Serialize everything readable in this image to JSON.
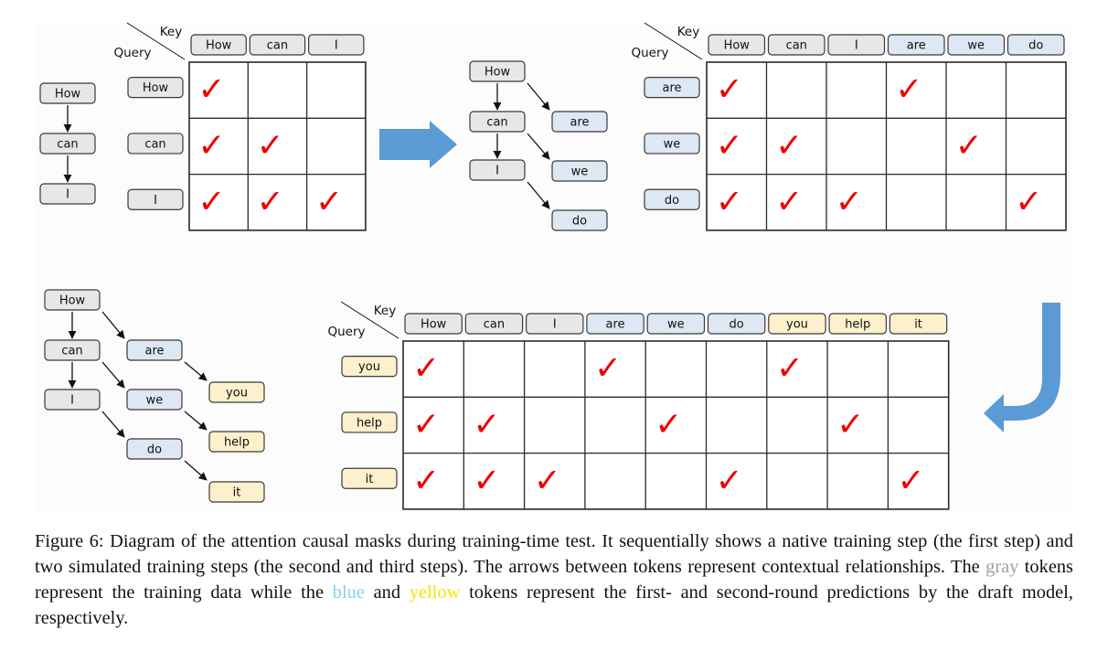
{
  "colors": {
    "gray_token_fill": "#e7e7e7",
    "blue_token_fill": "#dde8f4",
    "yellow_token_fill": "#fdf0cc",
    "token_border": "#3a3a3a",
    "check": "#f00000",
    "flow_arrow": "#5b9bd5",
    "grid_line": "#2a2a2a"
  },
  "labels": {
    "key": "Key",
    "query": "Query",
    "check_glyph": "✓"
  },
  "steps": [
    {
      "id": "step1",
      "tree": {
        "nodes": [
          {
            "id": "How",
            "label": "How",
            "group": "gray"
          },
          {
            "id": "can",
            "label": "can",
            "group": "gray"
          },
          {
            "id": "I",
            "label": "I",
            "group": "gray"
          }
        ],
        "edges": [
          [
            "How",
            "can"
          ],
          [
            "can",
            "I"
          ]
        ]
      },
      "mask": {
        "keys": [
          {
            "label": "How",
            "group": "gray"
          },
          {
            "label": "can",
            "group": "gray"
          },
          {
            "label": "I",
            "group": "gray"
          }
        ],
        "queries": [
          {
            "label": "How",
            "group": "gray"
          },
          {
            "label": "can",
            "group": "gray"
          },
          {
            "label": "I",
            "group": "gray"
          }
        ],
        "checked": [
          [
            1,
            0,
            0
          ],
          [
            1,
            1,
            0
          ],
          [
            1,
            1,
            1
          ]
        ]
      }
    },
    {
      "id": "step2",
      "tree": {
        "nodes": [
          {
            "id": "How",
            "label": "How",
            "group": "gray"
          },
          {
            "id": "can",
            "label": "can",
            "group": "gray"
          },
          {
            "id": "I",
            "label": "I",
            "group": "gray"
          },
          {
            "id": "are",
            "label": "are",
            "group": "blue"
          },
          {
            "id": "we",
            "label": "we",
            "group": "blue"
          },
          {
            "id": "do",
            "label": "do",
            "group": "blue"
          }
        ],
        "edges": [
          [
            "How",
            "can"
          ],
          [
            "can",
            "I"
          ],
          [
            "How",
            "are"
          ],
          [
            "can",
            "we"
          ],
          [
            "I",
            "do"
          ]
        ]
      },
      "mask": {
        "keys": [
          {
            "label": "How",
            "group": "gray"
          },
          {
            "label": "can",
            "group": "gray"
          },
          {
            "label": "I",
            "group": "gray"
          },
          {
            "label": "are",
            "group": "blue"
          },
          {
            "label": "we",
            "group": "blue"
          },
          {
            "label": "do",
            "group": "blue"
          }
        ],
        "queries": [
          {
            "label": "are",
            "group": "blue"
          },
          {
            "label": "we",
            "group": "blue"
          },
          {
            "label": "do",
            "group": "blue"
          }
        ],
        "checked": [
          [
            1,
            0,
            0,
            1,
            0,
            0
          ],
          [
            1,
            1,
            0,
            0,
            1,
            0
          ],
          [
            1,
            1,
            1,
            0,
            0,
            1
          ]
        ]
      }
    },
    {
      "id": "step3",
      "tree": {
        "nodes": [
          {
            "id": "How",
            "label": "How",
            "group": "gray"
          },
          {
            "id": "can",
            "label": "can",
            "group": "gray"
          },
          {
            "id": "I",
            "label": "I",
            "group": "gray"
          },
          {
            "id": "are",
            "label": "are",
            "group": "blue"
          },
          {
            "id": "we",
            "label": "we",
            "group": "blue"
          },
          {
            "id": "do",
            "label": "do",
            "group": "blue"
          },
          {
            "id": "you",
            "label": "you",
            "group": "yellow"
          },
          {
            "id": "help",
            "label": "help",
            "group": "yellow"
          },
          {
            "id": "it",
            "label": "it",
            "group": "yellow"
          }
        ],
        "edges": [
          [
            "How",
            "can"
          ],
          [
            "can",
            "I"
          ],
          [
            "How",
            "are"
          ],
          [
            "can",
            "we"
          ],
          [
            "I",
            "do"
          ],
          [
            "are",
            "you"
          ],
          [
            "we",
            "help"
          ],
          [
            "do",
            "it"
          ]
        ]
      },
      "mask": {
        "keys": [
          {
            "label": "How",
            "group": "gray"
          },
          {
            "label": "can",
            "group": "gray"
          },
          {
            "label": "I",
            "group": "gray"
          },
          {
            "label": "are",
            "group": "blue"
          },
          {
            "label": "we",
            "group": "blue"
          },
          {
            "label": "do",
            "group": "blue"
          },
          {
            "label": "you",
            "group": "yellow"
          },
          {
            "label": "help",
            "group": "yellow"
          },
          {
            "label": "it",
            "group": "yellow"
          }
        ],
        "queries": [
          {
            "label": "you",
            "group": "yellow"
          },
          {
            "label": "help",
            "group": "yellow"
          },
          {
            "label": "it",
            "group": "yellow"
          }
        ],
        "checked": [
          [
            1,
            0,
            0,
            1,
            0,
            0,
            1,
            0,
            0
          ],
          [
            1,
            1,
            0,
            0,
            1,
            0,
            0,
            1,
            0
          ],
          [
            1,
            1,
            1,
            0,
            0,
            1,
            0,
            0,
            1
          ]
        ]
      }
    }
  ],
  "caption": {
    "parts": [
      {
        "text": "Figure 6: Diagram of the attention causal masks during training-time test. It sequentially shows a native training step (the first step) and two simulated training steps (the second and third steps). The arrows between tokens represent contextual relationships. The ",
        "style": "plain"
      },
      {
        "text": "gray",
        "style": "gray"
      },
      {
        "text": " tokens represent the training data while the ",
        "style": "plain"
      },
      {
        "text": "blue",
        "style": "blue"
      },
      {
        "text": " and ",
        "style": "plain"
      },
      {
        "text": "yellow",
        "style": "yellow"
      },
      {
        "text": " tokens represent the first- and second-round predictions by the draft model, respectively.",
        "style": "plain"
      }
    ]
  }
}
